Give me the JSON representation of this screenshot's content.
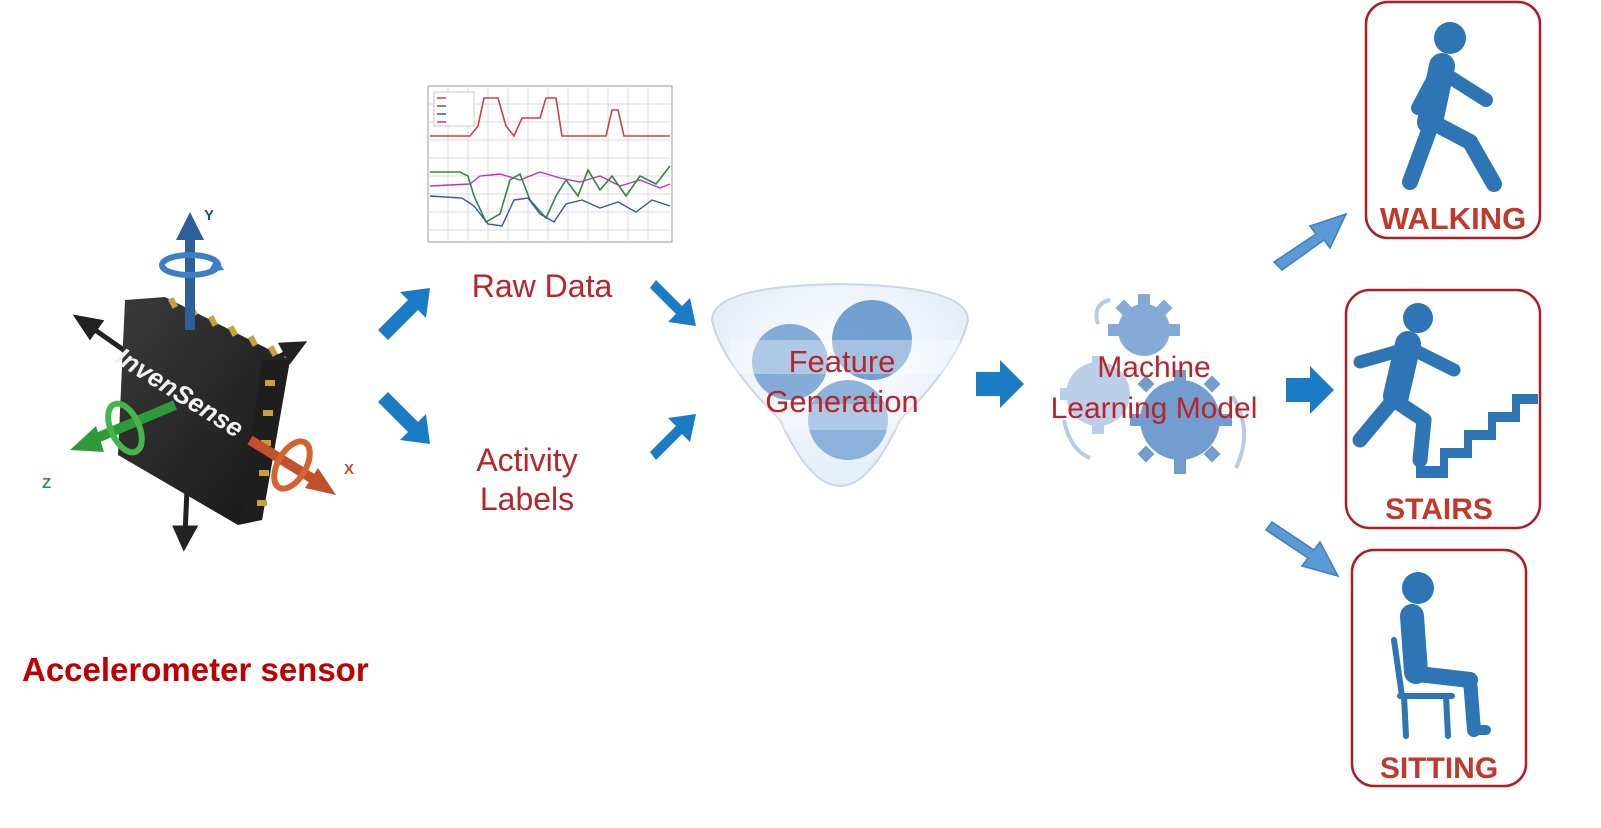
{
  "sensor": {
    "brand": "InvenSense",
    "axis_x": "X",
    "axis_y": "Y",
    "axis_z": "Z",
    "caption": "Accelerometer sensor"
  },
  "raw_data": {
    "title": "Raw Data"
  },
  "activity_labels": {
    "line1": "Activity",
    "line2": "Labels"
  },
  "feature_generation": {
    "line1": "Feature",
    "line2": "Generation"
  },
  "model": {
    "line1": "Machine",
    "line2": "Learning Model"
  },
  "outputs": [
    {
      "label": "WALKING",
      "icon": "walking-person-icon"
    },
    {
      "label": "STAIRS",
      "icon": "stairs-climbing-icon"
    },
    {
      "label": "SITTING",
      "icon": "sitting-person-icon"
    }
  ],
  "colors": {
    "label_red": "#b8242b",
    "caption_red": "#c00000",
    "arrow_blue": "#1a7cc4",
    "arrow_light_blue": "#5b9bd5",
    "icon_blue": "#2e75b6",
    "output_red": "#c0392b"
  }
}
